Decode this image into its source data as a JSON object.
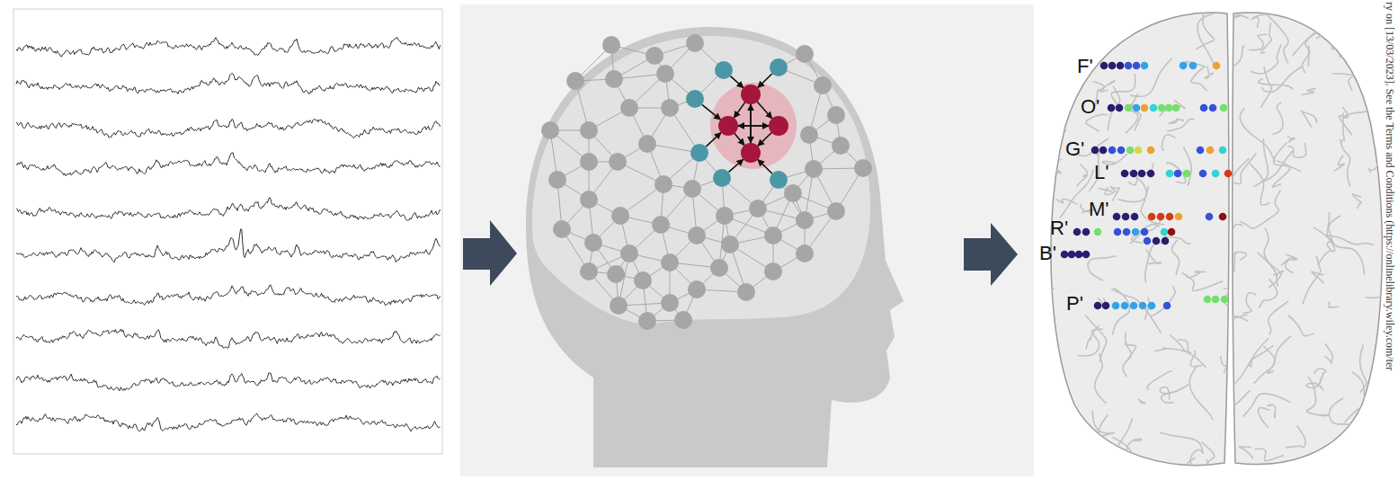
{
  "diagram": {
    "labels": [
      "F'",
      "O'",
      "G'",
      "L'",
      "M'",
      "R'",
      "B'",
      "P'",
      "ry on [13/03/2023]. See the Terms and Conditions (https://onlinelibrary.wiley.com/ter"
    ]
  }
}
